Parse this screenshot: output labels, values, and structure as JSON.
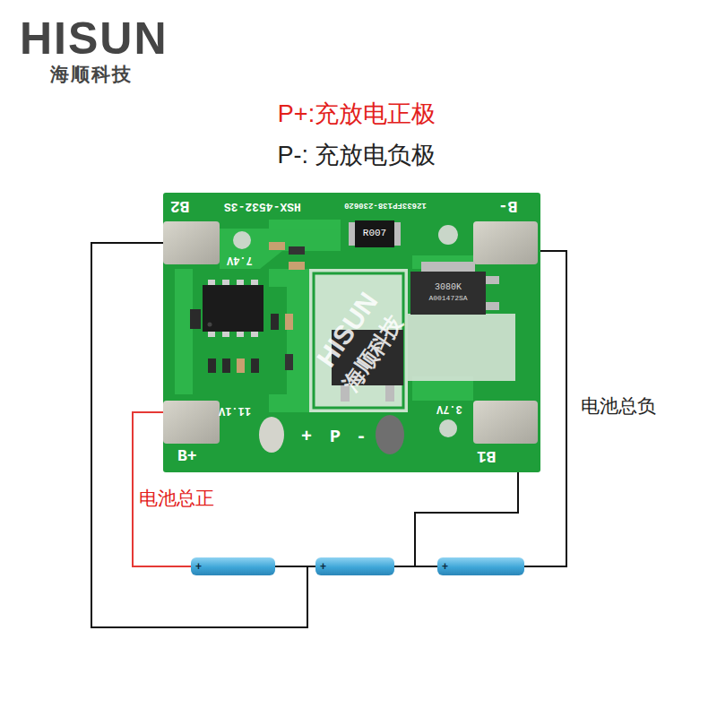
{
  "diagram": {
    "nodes": [
      {
        "text": [
          "B2",
          "HSX-4532-3S",
          "12633FP138-230620",
          "B-",
          "7.4V",
          "11.1V",
          "3.7V",
          "B+",
          "+",
          "P",
          "-",
          "B1"
        ]
      },
      {
        "text": [
          "R007"
        ],
        "in": 0
      },
      {
        "text": [
          "3080K",
          "A001472SA"
        ],
        "in": 0
      },
      {
        "text": [
          "+"
        ]
      },
      {
        "text": [
          "+"
        ]
      },
      {
        "text": [
          "+"
        ]
      }
    ],
    "edges": [
      {
        "from": 0,
        "to": 3,
        "arrow": "none"
      },
      {
        "from": 3,
        "to": 4,
        "arrow": "none"
      },
      {
        "from": 4,
        "to": 5,
        "arrow": "none"
      },
      {
        "from": 5,
        "to": 0,
        "arrow": "none"
      }
    ],
    "labels": [
      "HISUN",
      "海顺科技",
      "P+:充放电正极",
      "P-: 充放电负极",
      "HISUN",
      "海顺科技",
      "电池总负",
      "电池总正"
    ]
  }
}
